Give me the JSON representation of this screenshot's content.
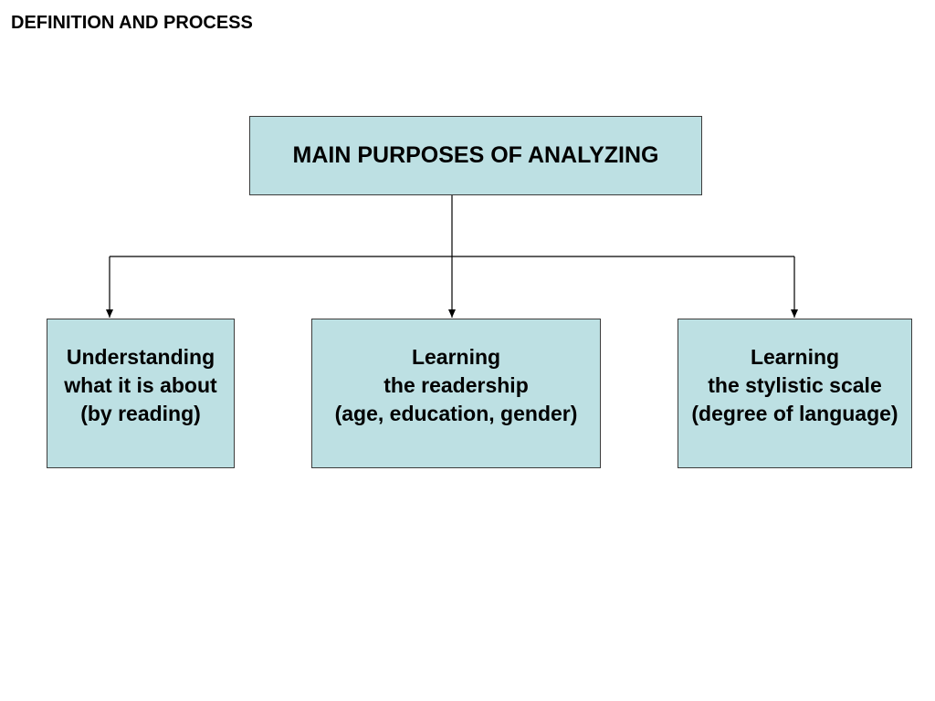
{
  "heading": "DEFINITION AND PROCESS",
  "diagram": {
    "root": "MAIN PURPOSES OF ANALYZING",
    "children": [
      {
        "lines": [
          "Understanding",
          "what it is about",
          "(by reading)"
        ]
      },
      {
        "lines": [
          "Learning",
          "the readership",
          "(age, education, gender)"
        ]
      },
      {
        "lines": [
          "Learning",
          "the stylistic scale",
          "(degree of language)"
        ]
      }
    ]
  },
  "colors": {
    "box_fill": "#bde0e3",
    "box_border": "#3c3c3c",
    "connector": "#000000"
  }
}
